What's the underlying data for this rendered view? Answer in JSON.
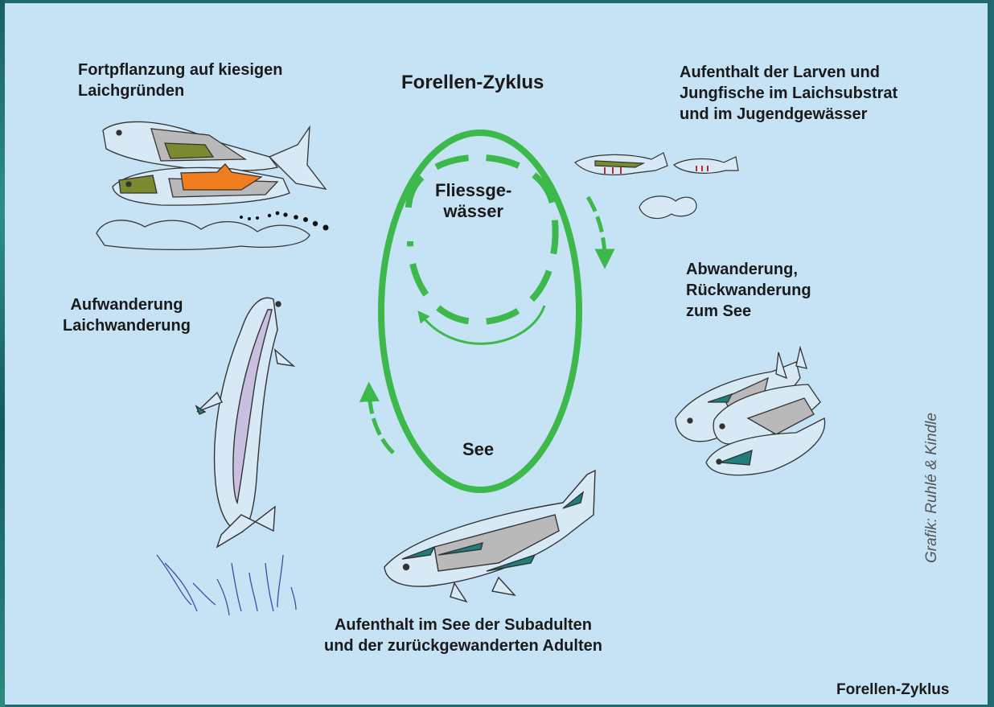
{
  "diagram": {
    "title": "Forellen-Zyklus",
    "footer": "Forellen-Zyklus",
    "credit": "Grafik: Ruhlé & Kindle",
    "cycle": {
      "inner_label": "Fliessge-\nwässer",
      "lower_label": "See"
    },
    "stages": [
      {
        "label": "Fortpflanzung auf kiesigen\nLaichgründen"
      },
      {
        "label": "Aufenthalt der Larven und\nJungfische im Laichsubstrat\nund im Jugendgewässer"
      },
      {
        "label": "Abwanderung,\nRückwanderung\nzum See"
      },
      {
        "label": "Aufenthalt im See der Subadulten\nund der zurückgewanderten Adulten"
      },
      {
        "label": "Aufwanderung\nLaichwanderung"
      }
    ],
    "colors": {
      "background": "#c6e3f5",
      "cycle_green": "#3db84a",
      "fish_grey": "#b9b9b9",
      "fish_teal": "#1f7f7a",
      "fish_olive": "#7a8a2e",
      "fish_orange": "#f07d1e",
      "fish_lilac": "#c9bfe0",
      "grass_blue": "#3950a8"
    }
  }
}
